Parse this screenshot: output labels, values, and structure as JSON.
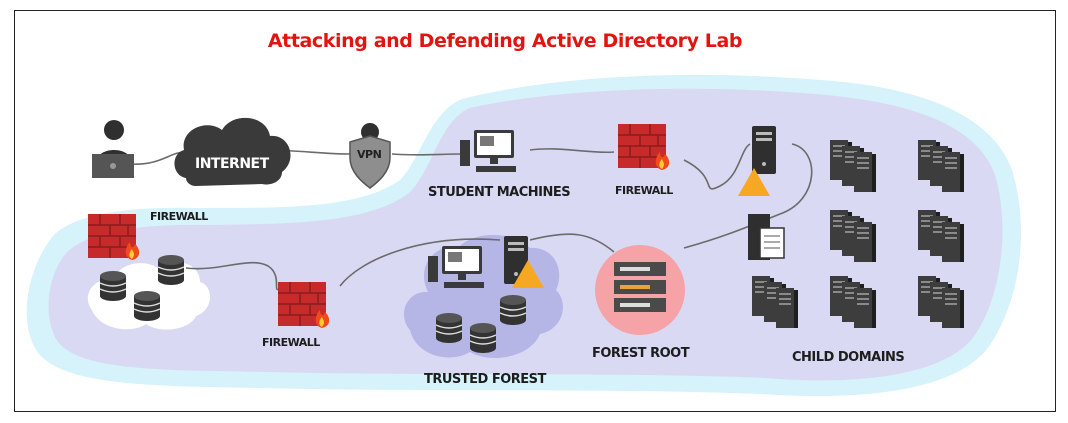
{
  "title": "Attacking and Defending Active Directory Lab",
  "colors": {
    "title": "#e3140f",
    "zone": "#d6f2fa",
    "zoneFill": "#d9d9f3",
    "forestRootBg": "#f5a3a6",
    "warning": "#f7a823",
    "brick": "#c62a2a",
    "flame": "#f14a1c"
  },
  "nodes": {
    "internet": "INTERNET",
    "vpn": "VPN",
    "student_machines": "STUDENT MACHINES",
    "firewall_top": "FIREWALL",
    "firewall_left": "FIREWALL",
    "firewall_bottom": "FIREWALL",
    "trusted_forest": "TRUSTED FOREST",
    "forest_root": "FOREST ROOT",
    "child_domains": "CHILD DOMAINS"
  },
  "icons": [
    "user-laptop-icon",
    "cloud-icon",
    "vpn-shield-icon",
    "workstation-icon",
    "firewall-icon",
    "server-tower-icon",
    "warning-icon",
    "database-icon",
    "server-rack-icon",
    "server-cluster-icon",
    "document-server-icon"
  ]
}
